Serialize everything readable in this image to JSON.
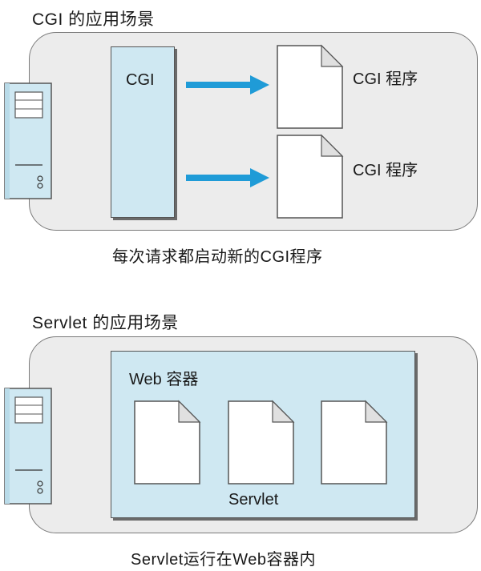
{
  "section1": {
    "title": "CGI 的应用场景",
    "cgi_label": "CGI",
    "program_labels": [
      "CGI 程序",
      "CGI 程序"
    ],
    "caption": "每次请求都启动新的CGI程序"
  },
  "section2": {
    "title": "Servlet 的应用场景",
    "container_label": "Web 容器",
    "servlet_label": "Servlet",
    "caption": "Servlet运行在Web容器内"
  },
  "colors": {
    "arrow": "#1f9bd7",
    "light_blue": "#cfe8f2",
    "panel_gray": "#ececec"
  },
  "icons": [
    "server-icon",
    "document-icon",
    "arrow-right-icon"
  ]
}
